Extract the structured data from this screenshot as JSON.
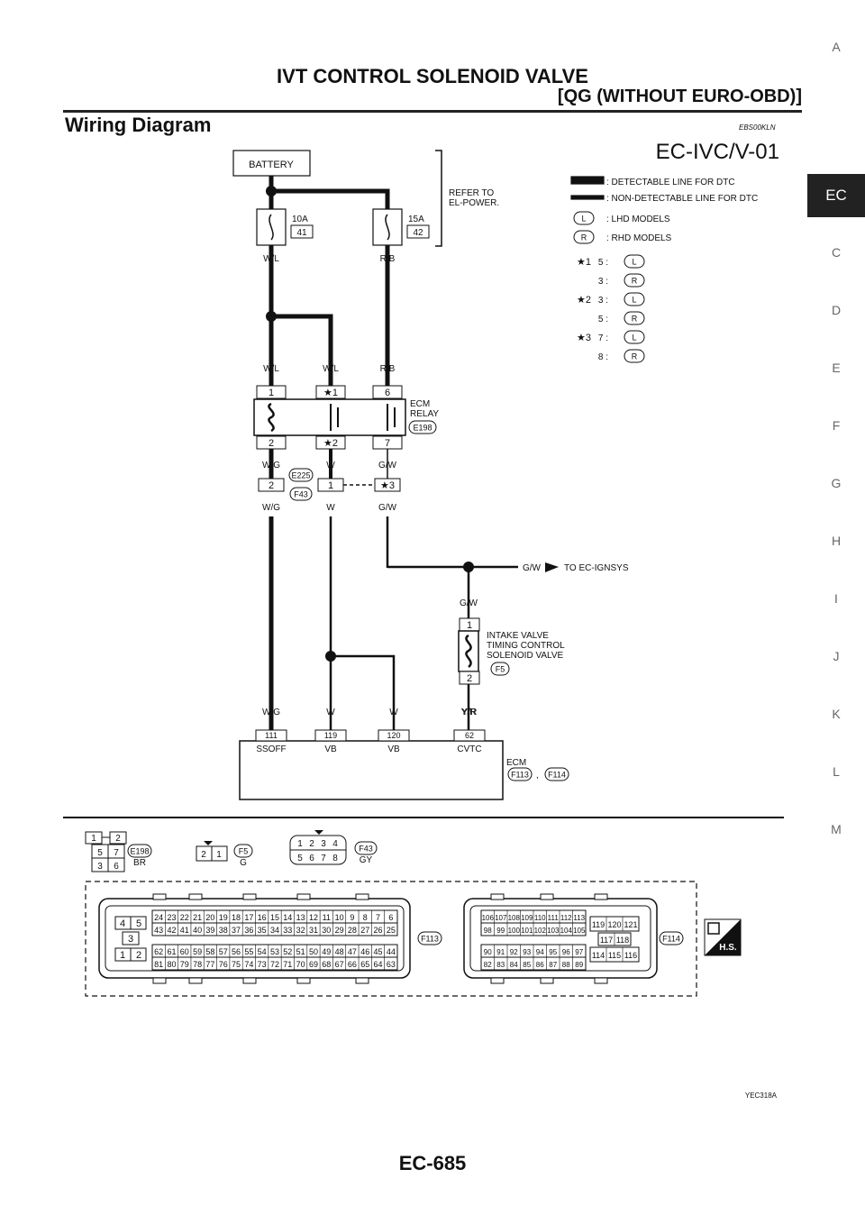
{
  "header": {
    "title": "IVT CONTROL SOLENOID VALVE",
    "subtitle": "[QG (WITHOUT EURO-OBD)]"
  },
  "section": {
    "title": "Wiring Diagram",
    "code": "EBS00KLN"
  },
  "diagram": {
    "id": "EC-IVC/V-01",
    "battery": "BATTERY",
    "refer": [
      "REFER TO",
      "EL-POWER."
    ],
    "fuses": [
      {
        "amp": "10A",
        "no": "41",
        "wire": "W/L"
      },
      {
        "amp": "15A",
        "no": "42",
        "wire": "R/B"
      }
    ],
    "legend": [
      ": DETECTABLE LINE FOR DTC",
      ": NON-DETECTABLE LINE FOR DTC",
      ": LHD MODELS",
      ": RHD MODELS"
    ],
    "legend_codes": [
      "L",
      "R"
    ],
    "notes": [
      {
        "star": "*1",
        "lines": [
          {
            "pin": "5 :",
            "code": "L"
          },
          {
            "pin": "3 :",
            "code": "R"
          }
        ]
      },
      {
        "star": "*2",
        "lines": [
          {
            "pin": "3 :",
            "code": "L"
          },
          {
            "pin": "5 :",
            "code": "R"
          }
        ]
      },
      {
        "star": "*3",
        "lines": [
          {
            "pin": "7 :",
            "code": "L"
          },
          {
            "pin": "8 :",
            "code": "R"
          }
        ]
      }
    ],
    "relay_wires_top": [
      "W/L",
      "W/L",
      "R/B"
    ],
    "relay_pins_top": [
      "1",
      "*1",
      "6"
    ],
    "relay_pins_bottom": [
      "2",
      "*2",
      "7"
    ],
    "relay_label": [
      "ECM",
      "RELAY"
    ],
    "relay_conn": "E198",
    "relay_wires_bottom": [
      "W/G",
      "W",
      "G/W"
    ],
    "joint_conn": [
      "E225",
      "F43"
    ],
    "joint_pins": [
      "2",
      "1",
      "*3"
    ],
    "joint_wires_bottom": [
      "W/G",
      "W",
      "G/W"
    ],
    "ignsys": {
      "wire": "G/W",
      "text": "TO EC-IGNSYS"
    },
    "solenoid": {
      "wire_top": "G/W",
      "pin1": "1",
      "pin2": "2",
      "label": [
        "INTAKE VALVE",
        "TIMING CONTROL",
        "SOLENOID VALVE"
      ],
      "conn": "F5",
      "wire_bottom": "Y/R"
    },
    "ecm_wires": [
      "W/G",
      "W",
      "W",
      "Y/R"
    ],
    "ecm_pins": [
      "111",
      "119",
      "120",
      "62"
    ],
    "ecm_terms": [
      "SSOFF",
      "VB",
      "VB",
      "CVTC"
    ],
    "ecm_label": "ECM",
    "ecm_conns": [
      "F113",
      "F114"
    ],
    "ecm_sep": ",",
    "connectors": {
      "e198": {
        "id": "E198",
        "color": "BR",
        "pins": [
          "1",
          "2",
          "5",
          "7",
          "3",
          "6"
        ]
      },
      "f5": {
        "id": "F5",
        "color": "G",
        "pins": [
          "2",
          "1"
        ]
      },
      "f43": {
        "id": "F43",
        "color": "GY",
        "pins": [
          "1",
          "2",
          "3",
          "4",
          "5",
          "6",
          "7",
          "8"
        ]
      },
      "f113": {
        "id": "F113",
        "small": [
          "4",
          "5",
          "3",
          "1",
          "2"
        ],
        "rows": [
          [
            "24",
            "23",
            "22",
            "21",
            "20",
            "19",
            "18",
            "17",
            "16",
            "15",
            "14",
            "13",
            "12",
            "11",
            "10",
            "9",
            "8",
            "7",
            "6"
          ],
          [
            "43",
            "42",
            "41",
            "40",
            "39",
            "38",
            "37",
            "36",
            "35",
            "34",
            "33",
            "32",
            "31",
            "30",
            "29",
            "28",
            "27",
            "26",
            "25"
          ],
          [
            "62",
            "61",
            "60",
            "59",
            "58",
            "57",
            "56",
            "55",
            "54",
            "53",
            "52",
            "51",
            "50",
            "49",
            "48",
            "47",
            "46",
            "45",
            "44"
          ],
          [
            "81",
            "80",
            "79",
            "78",
            "77",
            "76",
            "75",
            "74",
            "73",
            "72",
            "71",
            "70",
            "69",
            "68",
            "67",
            "66",
            "65",
            "64",
            "63"
          ]
        ]
      },
      "f114": {
        "id": "F114",
        "rows": [
          [
            "106",
            "107",
            "108",
            "109",
            "110",
            "111",
            "112",
            "113"
          ],
          [
            "98",
            "99",
            "100",
            "101",
            "102",
            "103",
            "104",
            "105"
          ],
          [
            "90",
            "91",
            "92",
            "93",
            "94",
            "95",
            "96",
            "97"
          ],
          [
            "82",
            "83",
            "84",
            "85",
            "86",
            "87",
            "88",
            "89"
          ]
        ],
        "right": [
          [
            "119",
            "120",
            "121"
          ],
          [
            "117",
            "118"
          ],
          [
            "114",
            "115",
            "116"
          ]
        ]
      }
    },
    "hs": "H.S.",
    "figure_code": "YEC318A"
  },
  "side_tabs": [
    "A",
    "EC",
    "C",
    "D",
    "E",
    "F",
    "G",
    "H",
    "I",
    "J",
    "K",
    "L",
    "M"
  ],
  "active_tab": "EC",
  "page_number": "EC-685"
}
